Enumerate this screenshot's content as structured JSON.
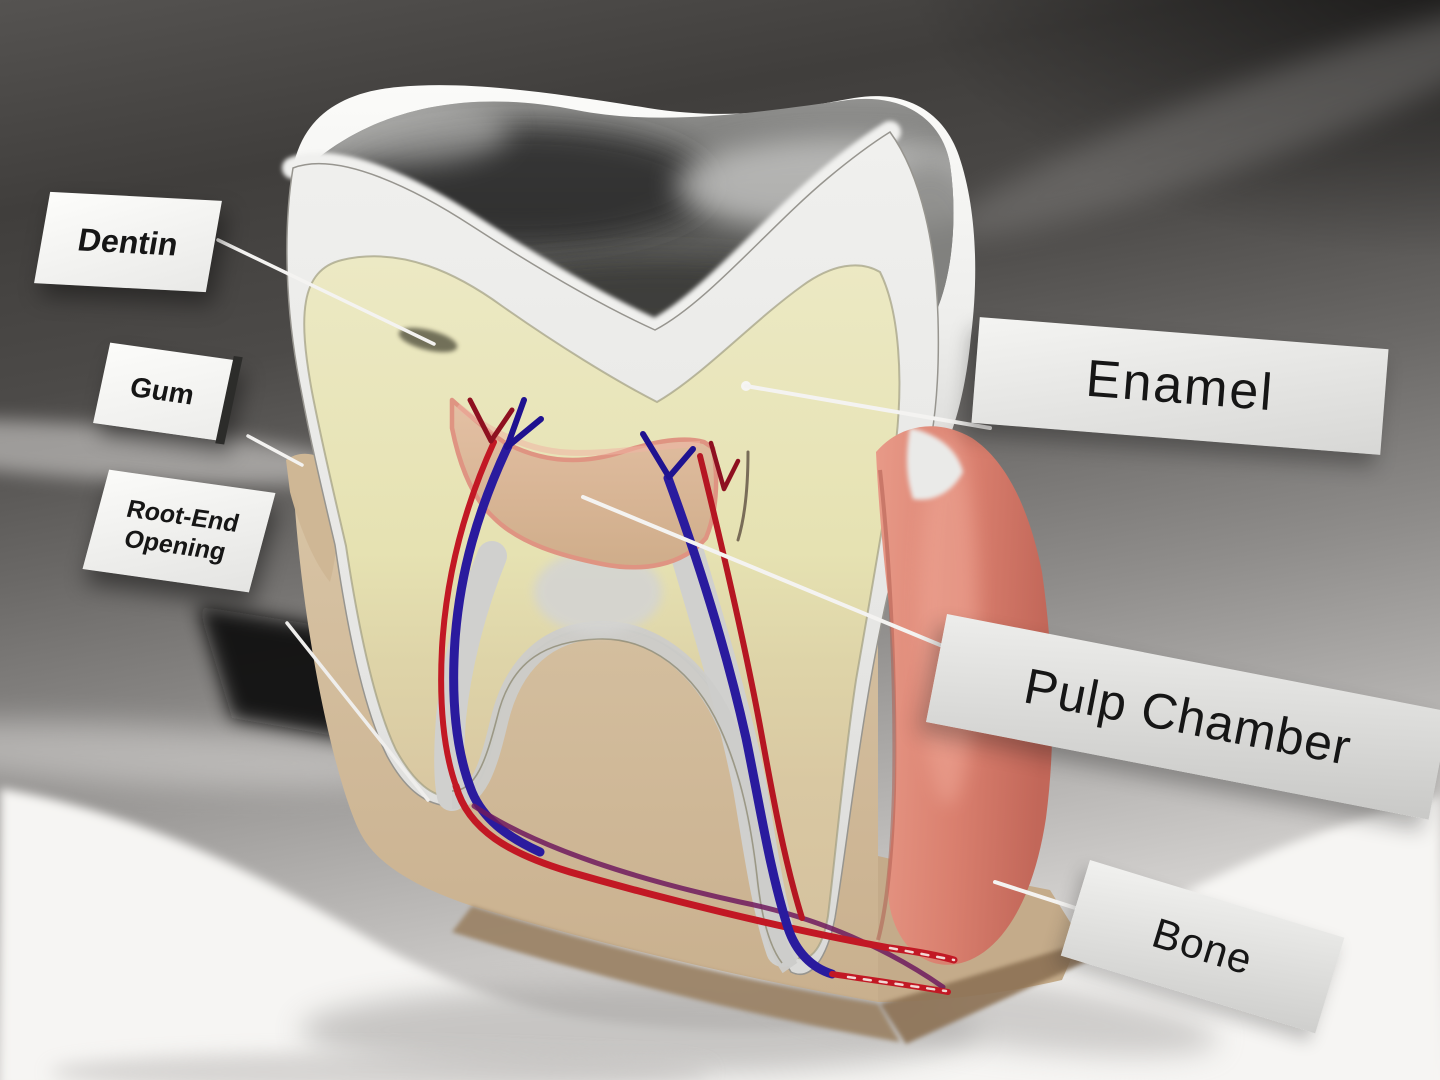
{
  "scene": {
    "description": "3D cutaway illustration of a molar tooth in bone and gum showing internal anatomy",
    "style": "photorealistic 3D render on gray studio backdrop with white floor"
  },
  "labels": {
    "dentin": {
      "text": "Dentin"
    },
    "gum": {
      "text": "Gum"
    },
    "root_end": {
      "line1": "Root-End",
      "line2": "Opening"
    },
    "enamel": {
      "text": "Enamel"
    },
    "pulp_chamber": {
      "text": "Pulp Chamber"
    },
    "bone": {
      "text": "Bone"
    }
  },
  "colors": {
    "enamel_white": "#efefed",
    "dentin_cream": "#e8e4ba",
    "root_dentin_tan": "#d7c3a2",
    "pulp_tan": "#d5b795",
    "pulp_outline_salmon": "#df9482",
    "gum_pink": "#dd8a7a",
    "bone_tan": "#d3bf9e",
    "vessel_red": "#c21824",
    "vessel_blue": "#2a1b9e",
    "label_background": "#f2f1ef",
    "label_text": "#161616",
    "leader_line": "#f4f3f1",
    "backdrop_dark": "#3c3a38",
    "floor_white": "#f6f5f3"
  }
}
